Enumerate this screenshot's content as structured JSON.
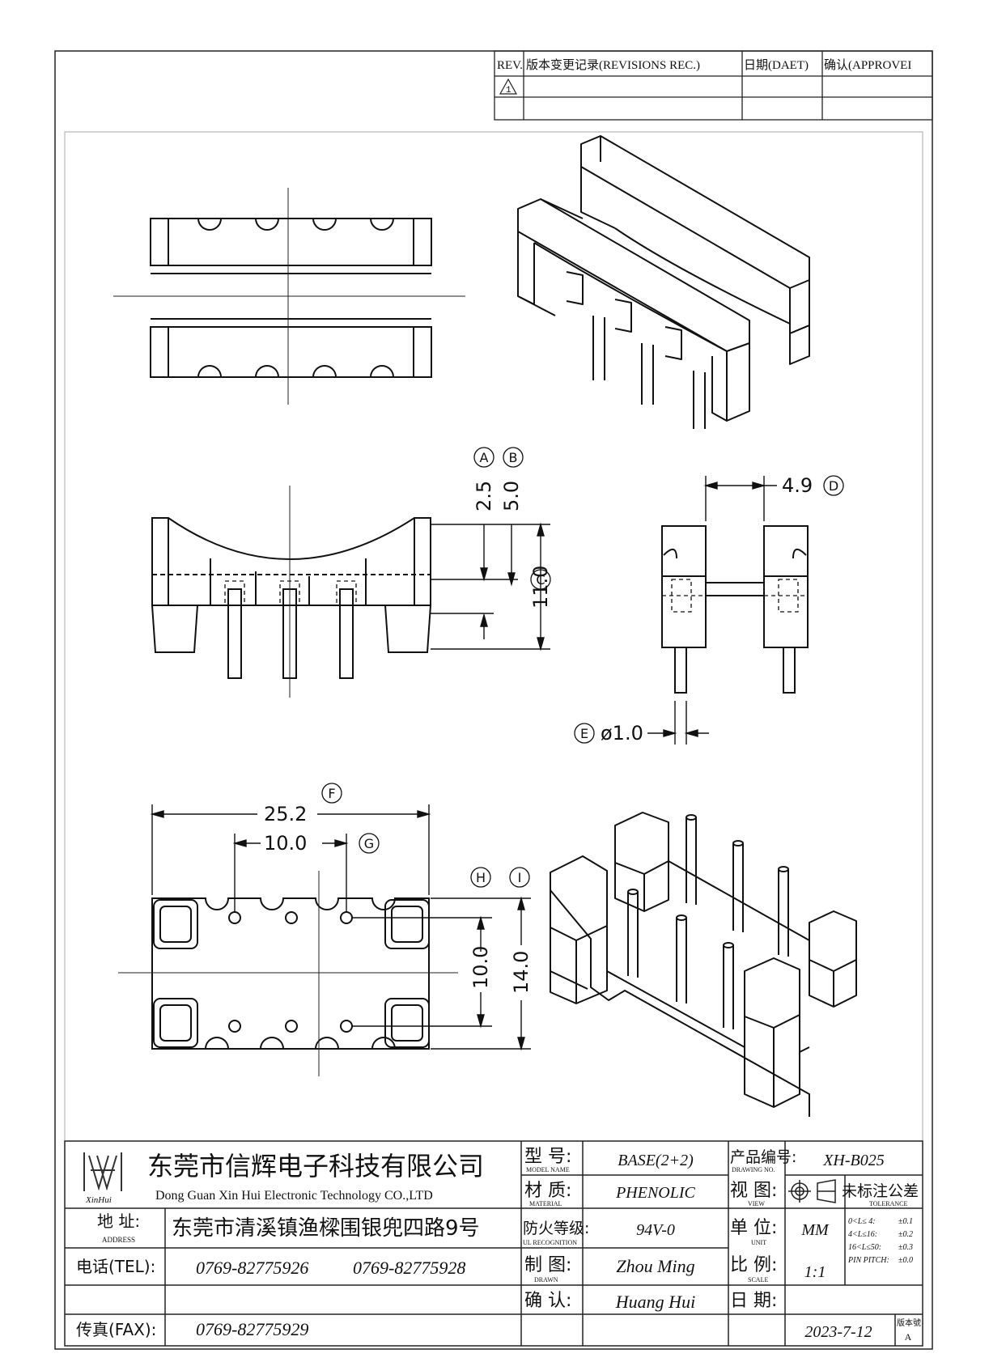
{
  "revision_table": {
    "headers": [
      "REV.",
      "版本变更记录(REVISIONS REC.)",
      "日期(DAET)",
      "确认(APPROVEI"
    ],
    "rev_symbol": "1"
  },
  "dimensions": {
    "callout_a": "A",
    "callout_b": "B",
    "callout_c": "C",
    "callout_d": "D",
    "callout_e": "E",
    "callout_f": "F",
    "callout_g": "G",
    "callout_h": "H",
    "callout_i": "I",
    "dim_a": "2.5",
    "dim_b": "5.0",
    "dim_c": "11.0",
    "dim_d": "4.9",
    "dim_e": "ø1.0",
    "dim_f": "25.2",
    "dim_g": "10.0",
    "dim_h": "10.0",
    "dim_i": "14.0"
  },
  "title_block": {
    "company_cn": "东莞市信辉电子科技有限公司",
    "company_en": "Dong Guan Xin Hui Electronic Technology CO.,LTD",
    "logo_text": "XinHui",
    "address_label": "地  址:",
    "address_label_en": "ADDRESS",
    "address": "东莞市清溪镇渔樑围银兜四路9号",
    "tel_label": "电话(TEL):",
    "tel_1": "0769-82775926",
    "tel_2": "0769-82775928",
    "fax_label": "传真(FAX):",
    "fax": "0769-82775929",
    "model_label": "型  号:",
    "model_label_en": "MODEL NAME",
    "model": "BASE(2+2)",
    "material_label": "材  质:",
    "material_label_en": "MATERIAL",
    "material": "PHENOLIC",
    "ul_label": "防火等级:",
    "ul_label_en": "UL RECOGNITION",
    "ul": "94V-0",
    "drawn_label": "制  图:",
    "drawn_label_en": "DRAWN",
    "drawn": "Zhou Ming",
    "confirm_label": "确  认:",
    "confirm": "Huang Hui",
    "drawing_no_label": "产品编号:",
    "drawing_no_label_en": "DRAWING NO.",
    "drawing_no": "XH-B025",
    "view_label": "视  图:",
    "view_label_en": "VIEW",
    "tolerance_label": "未标注公差",
    "tolerance_label_en": "TOLERANCE",
    "tolerance_rows": [
      {
        "range": "0<L≤ 4:",
        "tol": "±0.1"
      },
      {
        "range": "4<L≤16:",
        "tol": "±0.2"
      },
      {
        "range": "16<L≤50:",
        "tol": "±0.3"
      },
      {
        "range": "PIN PITCH:",
        "tol": "±0.0"
      }
    ],
    "unit_label": "单  位:",
    "unit_label_en": "UNIT",
    "unit": "MM",
    "scale_label": "比  例:",
    "scale_label_en": "SCALE",
    "scale": "1:1",
    "date_label": "日  期:",
    "date": "2023-7-12",
    "version_label": "版本號",
    "version": "A"
  }
}
